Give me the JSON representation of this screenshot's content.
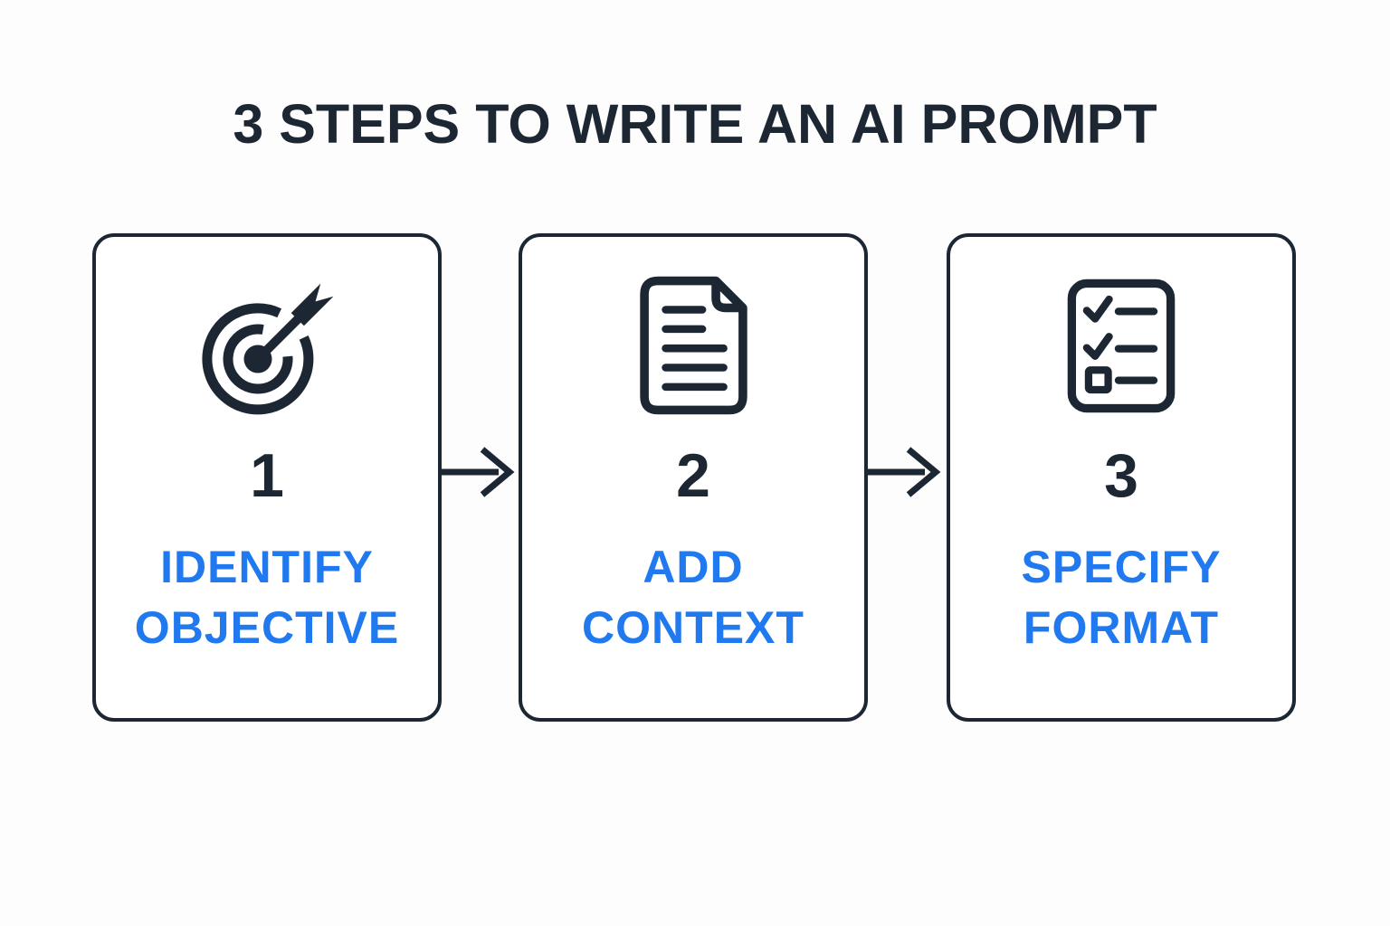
{
  "title": "3 STEPS TO WRITE AN AI PROMPT",
  "colors": {
    "dark": "#1d2733",
    "blue": "#2079ee",
    "card_background": "#ffffff",
    "page_background": "#fdfdfd"
  },
  "steps": [
    {
      "number": "1",
      "label_line1": "IDENTIFY",
      "label_line2": "OBJECTIVE",
      "icon": "target-icon"
    },
    {
      "number": "2",
      "label_line1": "ADD",
      "label_line2": "CONTEXT",
      "icon": "document-icon"
    },
    {
      "number": "3",
      "label_line1": "SPECIFY",
      "label_line2": "FORMAT",
      "icon": "checklist-icon"
    }
  ],
  "arrows": [
    {
      "name": "arrow-step1-to-step2",
      "direction": "right"
    },
    {
      "name": "arrow-step2-to-step3",
      "direction": "right"
    }
  ]
}
